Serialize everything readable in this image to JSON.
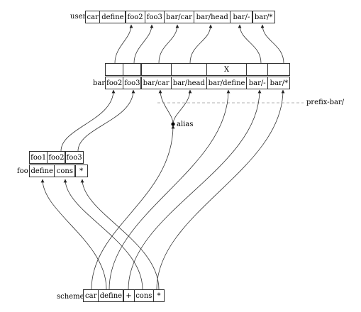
{
  "user": {
    "label": "user",
    "cells": [
      "car",
      "define",
      "foo2",
      "foo3",
      "bar/car",
      "bar/head",
      "bar/-",
      "bar/*"
    ]
  },
  "bar": {
    "label": "bar",
    "top_cells": [
      "X"
    ],
    "cells": [
      "foo2",
      "foo3",
      "bar/car",
      "bar/head",
      "bar/define",
      "bar/-",
      "bar/*"
    ]
  },
  "foo": {
    "label": "foo",
    "top_cells": [
      "foo1",
      "foo2",
      "foo3"
    ],
    "cells": [
      "define",
      "cons",
      "*"
    ]
  },
  "scheme": {
    "label": "scheme",
    "cells": [
      "car",
      "define",
      "+",
      "cons",
      "*"
    ]
  },
  "annotations": {
    "prefix": "prefix-bar/",
    "alias": "alias"
  },
  "colors": {
    "line": "#333333",
    "dashed": "#999999"
  }
}
